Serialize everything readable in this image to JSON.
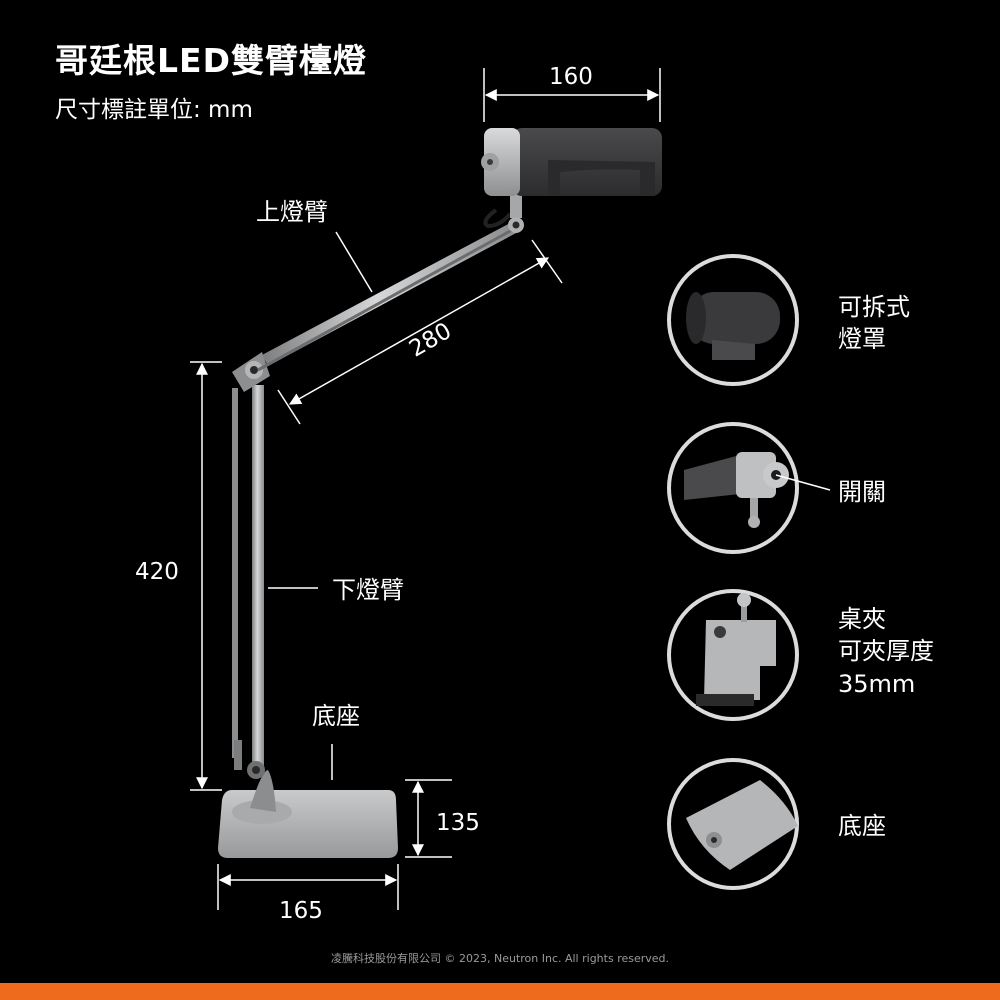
{
  "header": {
    "title": "哥廷根LED雙臂檯燈",
    "subtitle": "尺寸標註單位: mm"
  },
  "dimensions": {
    "head_width": "160",
    "upper_arm_length": "280",
    "height": "420",
    "base_height": "135",
    "base_width": "165"
  },
  "parts": {
    "upper_arm": "上燈臂",
    "lower_arm": "下燈臂",
    "base": "底座"
  },
  "features": [
    {
      "line1": "可拆式",
      "line2": "燈罩",
      "line3": ""
    },
    {
      "line1": "開關",
      "line2": "",
      "line3": ""
    },
    {
      "line1": "桌夾",
      "line2": "可夾厚度",
      "line3": "35mm"
    },
    {
      "line1": "底座",
      "line2": "",
      "line3": ""
    }
  ],
  "footer": {
    "copyright": "凌騰科技股份有限公司 © 2023, Neutron Inc. All rights reserved."
  },
  "colors": {
    "background": "#000000",
    "accent_bar": "#ee6a1c",
    "metal": "#b8b9bb",
    "lamp_head": "#3c3c3e"
  }
}
